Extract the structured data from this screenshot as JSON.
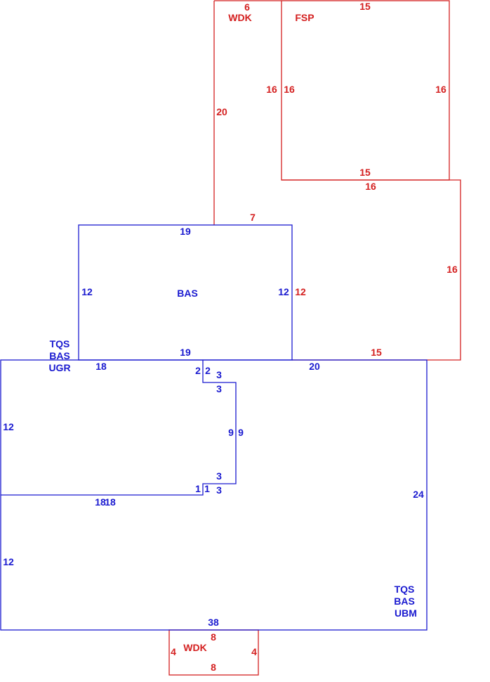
{
  "colors": {
    "exterior": "#d42020",
    "living": "#1a1ad0"
  },
  "areas": {
    "wdk_top": {
      "code": "WDK",
      "dims": {
        "top": "6",
        "left": "20",
        "right": "16",
        "bottom": "7"
      }
    },
    "fsp": {
      "code": "FSP",
      "dims": {
        "top": "15",
        "left": "16",
        "right": "16",
        "bottom": "15"
      }
    },
    "red_lower": {
      "dims": {
        "top": "16",
        "right": "16",
        "left": "12",
        "bottom": "15"
      }
    },
    "bas_upper": {
      "code": "BAS",
      "dims": {
        "top": "19",
        "left": "12",
        "right": "12",
        "bottom": "19"
      }
    },
    "ugr_block": {
      "codes": [
        "TQS",
        "BAS",
        "UGR"
      ],
      "dims": {
        "top": "18",
        "left": "12",
        "notch_a": "2",
        "notch_b": "2",
        "bottom_a": "18",
        "step_a": "1"
      }
    },
    "notch": {
      "dims": {
        "top_a": "3",
        "top_b": "3",
        "side_a": "9",
        "side_b": "9",
        "bottom_a": "3",
        "bottom_b": "3",
        "step_b": "1",
        "bottom_c": "18"
      }
    },
    "ubm_block": {
      "codes": [
        "TQS",
        "BAS",
        "UBM"
      ],
      "dims": {
        "top": "20",
        "right": "24",
        "left": "12",
        "bottom": "38"
      }
    },
    "wdk_bottom": {
      "code": "WDK",
      "dims": {
        "top": "8",
        "left": "4",
        "right": "4",
        "bottom": "8"
      }
    }
  }
}
